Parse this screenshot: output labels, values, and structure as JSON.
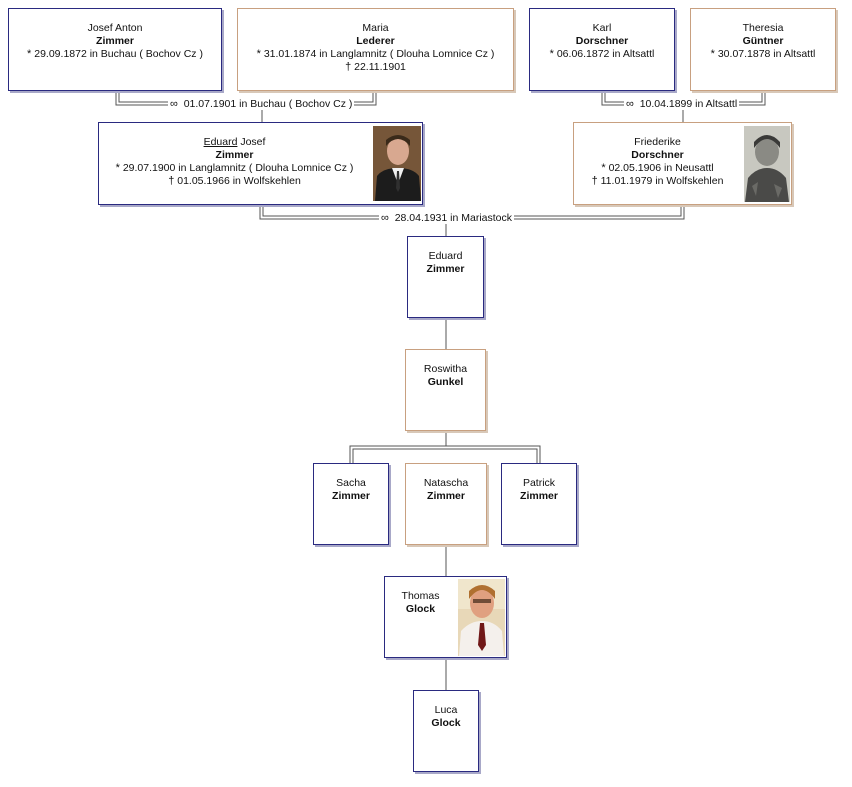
{
  "persons": {
    "josef": {
      "given": "Josef Anton",
      "surname": "Zimmer",
      "birth": "29.09.1872 in Buchau ( Bochov Cz )"
    },
    "maria": {
      "given": "Maria",
      "surname": "Lederer",
      "birth": "31.01.1874 in Langlamnitz ( Dlouha Lomnice Cz )",
      "death": "22.11.1901"
    },
    "karl": {
      "given": "Karl",
      "surname": "Dorschner",
      "birth": "06.06.1872 in Altsattl"
    },
    "theresia": {
      "given": "Theresia",
      "surname": "Güntner",
      "birth": "30.07.1878 in Altsattl"
    },
    "eduard_josef": {
      "given_underlined": "Eduard",
      "given_rest": " Josef",
      "surname": "Zimmer",
      "birth": "29.07.1900 in Langlamnitz ( Dlouha Lomnice Cz )",
      "death": "01.05.1966 in Wolfskehlen"
    },
    "friederike": {
      "given": "Friederike",
      "surname": "Dorschner",
      "birth": "02.05.1906 in Neusattl",
      "death": "11.01.1979 in Wolfskehlen"
    },
    "eduard": {
      "given": "Eduard",
      "surname": "Zimmer"
    },
    "roswitha": {
      "given": "Roswitha",
      "surname": "Gunkel"
    },
    "sacha": {
      "given": "Sacha",
      "surname": "Zimmer"
    },
    "natascha": {
      "given": "Natascha",
      "surname": "Zimmer"
    },
    "patrick": {
      "given": "Patrick",
      "surname": "Zimmer"
    },
    "thomas": {
      "given": "Thomas",
      "surname": "Glock"
    },
    "luca": {
      "given": "Luca",
      "surname": "Glock"
    }
  },
  "marriages": {
    "m1": "01.07.1901 in Buchau ( Bochov Cz )",
    "m2": "10.04.1899 in Altsattl",
    "m3": "28.04.1931 in Mariastock"
  },
  "symbols": {
    "birth": "*",
    "death": "†",
    "marriage": "∞"
  },
  "colors": {
    "male_border": "#2a2a80",
    "female_border": "#c8a080",
    "line": "#555555"
  }
}
